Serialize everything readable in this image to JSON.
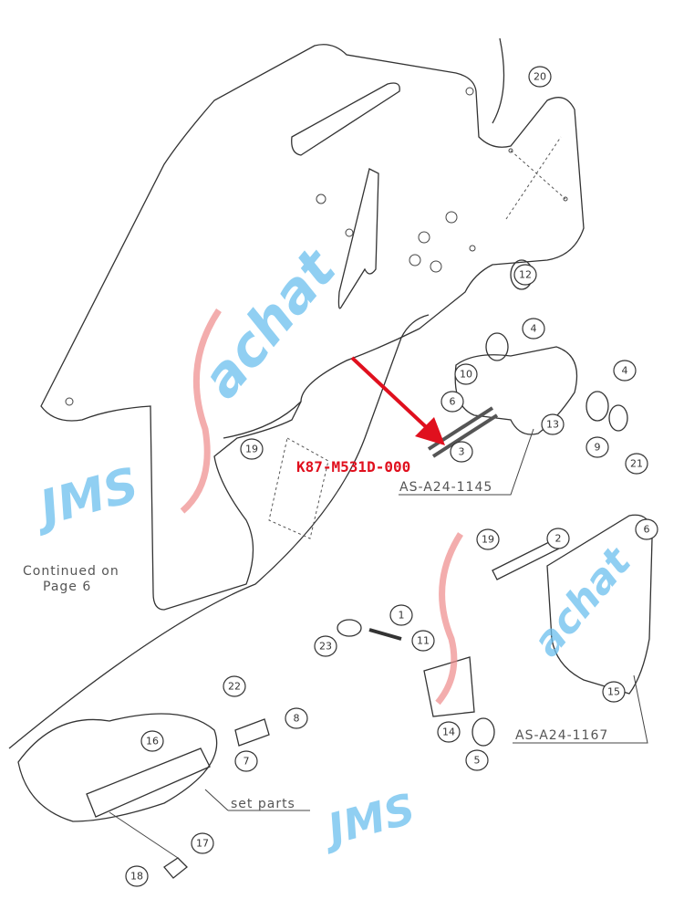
{
  "part_number": "K87-M531D-000",
  "assembly_labels": {
    "upper": "AS-A24-1145",
    "lower": "AS-A24-1167",
    "set_parts": "set parts"
  },
  "continued_note": {
    "line1": "Continued on",
    "line2": "Page 6"
  },
  "watermark": {
    "left": "JMS",
    "right": "achat"
  },
  "callouts": [
    "20",
    "12",
    "4",
    "10",
    "4",
    "6",
    "13",
    "3",
    "9",
    "21",
    "19",
    "19",
    "2",
    "6",
    "1",
    "11",
    "23",
    "14",
    "5",
    "15",
    "22",
    "8",
    "7",
    "16",
    "17",
    "18"
  ],
  "colors": {
    "arrow": "#e0101e",
    "watermark_blue": "#6cc0ee",
    "watermark_red": "#ee8a8a"
  }
}
